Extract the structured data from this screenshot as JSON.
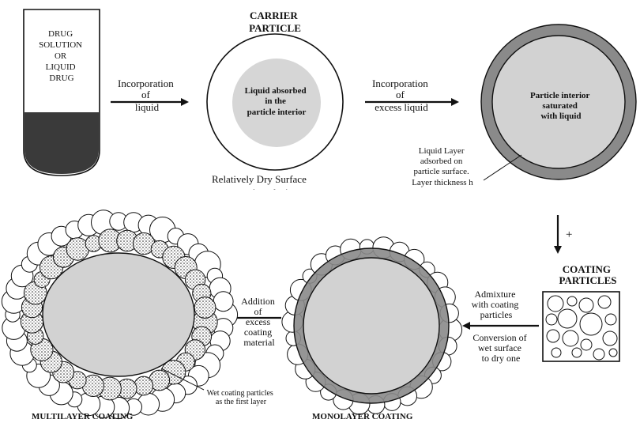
{
  "colors": {
    "ink": "#111111",
    "liquid": "#d4d4d4",
    "shell": "#8a8a8a",
    "dark": "#3a3a3a",
    "paper": "#ffffff"
  },
  "tube": {
    "line1": "DRUG",
    "line2": "SOLUTION",
    "line3": "OR",
    "line4": "LIQUID",
    "line5": "DRUG"
  },
  "carrier": {
    "title1": "CARRIER",
    "title2": "PARTICLE",
    "interior1": "Liquid absorbed",
    "interior2": "in the",
    "interior3": "particle interior",
    "surface": "Relatively Dry Surface",
    "surface_cut": "(ψ value)"
  },
  "arrow1": {
    "line1": "Incorporation",
    "line2": "of",
    "line3": "liquid"
  },
  "arrow2": {
    "line1": "Incorporation",
    "line2": "of",
    "line3": "excess liquid"
  },
  "saturated": {
    "interior1": "Particle interior",
    "interior2": "saturated",
    "interior3": "with liquid",
    "layer1": "Liquid Layer",
    "layer2": "adsorbed on",
    "layer3": "particle surface.",
    "layer4": "Layer thickness h"
  },
  "plus": "+",
  "coating_particles": {
    "title1": "COATING",
    "title2": "PARTICLES"
  },
  "arrow3": {
    "line1": "Admixture",
    "line2": "with coating",
    "line3": "particles",
    "line4": "Conversion of",
    "line5": "wet surface",
    "line6": "to dry one"
  },
  "arrow4": {
    "line1": "Addition",
    "line2": "of",
    "line3": "excess",
    "line4": "coating",
    "line5": "material"
  },
  "wet_label": {
    "line1": "Wet coating particles",
    "line2": "as the first  layer"
  },
  "captions": {
    "monolayer": "MONOLAYER COATING",
    "multilayer": "MULTILAYER COATING"
  }
}
